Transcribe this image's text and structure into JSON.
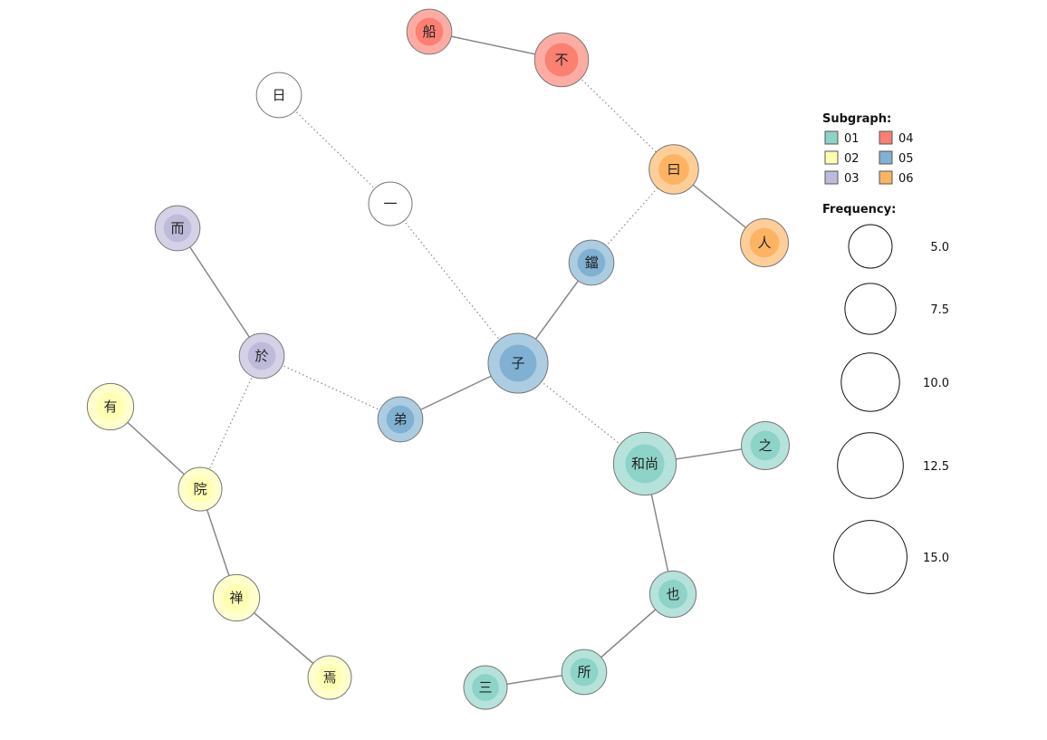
{
  "colors": {
    "01": "#8dd3c7",
    "02": "#ffffb3",
    "03": "#bebada",
    "04": "#fb8072",
    "05": "#80b1d3",
    "06": "#fdb462",
    "none": "#ffffff"
  },
  "nodes": [
    {
      "id": "chuan",
      "label": "船",
      "group": "04",
      "freq": 5.5
    },
    {
      "id": "bu",
      "label": "不",
      "group": "04",
      "freq": 8.5
    },
    {
      "id": "ri",
      "label": "日",
      "group": "none",
      "freq": 5.5
    },
    {
      "id": "yi",
      "label": "一",
      "group": "none",
      "freq": 5.0
    },
    {
      "id": "yue",
      "label": "曰",
      "group": "06",
      "freq": 7.0
    },
    {
      "id": "ren",
      "label": "人",
      "group": "06",
      "freq": 6.5
    },
    {
      "id": "er",
      "label": "而",
      "group": "03",
      "freq": 5.5
    },
    {
      "id": "dang",
      "label": "鐺",
      "group": "05",
      "freq": 5.5
    },
    {
      "id": "yu",
      "label": "於",
      "group": "03",
      "freq": 5.5
    },
    {
      "id": "zi",
      "label": "子",
      "group": "05",
      "freq": 10.5
    },
    {
      "id": "you",
      "label": "有",
      "group": "02",
      "freq": 6.0
    },
    {
      "id": "di",
      "label": "弟",
      "group": "05",
      "freq": 5.5
    },
    {
      "id": "zhi",
      "label": "之",
      "group": "01",
      "freq": 6.5
    },
    {
      "id": "heshang",
      "label": "和尚",
      "group": "01",
      "freq": 11.5
    },
    {
      "id": "yuan",
      "label": "院",
      "group": "02",
      "freq": 5.0
    },
    {
      "id": "chan",
      "label": "禅",
      "group": "02",
      "freq": 6.0
    },
    {
      "id": "ye",
      "label": "也",
      "group": "01",
      "freq": 6.0
    },
    {
      "id": "yan",
      "label": "焉",
      "group": "02",
      "freq": 5.0
    },
    {
      "id": "suo",
      "label": "所",
      "group": "01",
      "freq": 5.5
    },
    {
      "id": "san",
      "label": "三",
      "group": "01",
      "freq": 5.0
    }
  ],
  "links": [
    {
      "source": "chuan",
      "target": "bu",
      "style": "solid"
    },
    {
      "source": "bu",
      "target": "yue",
      "style": "dotted"
    },
    {
      "source": "yue",
      "target": "ren",
      "style": "solid"
    },
    {
      "source": "yue",
      "target": "dang",
      "style": "dotted"
    },
    {
      "source": "ri",
      "target": "yi",
      "style": "dotted"
    },
    {
      "source": "yi",
      "target": "zi",
      "style": "dotted"
    },
    {
      "source": "dang",
      "target": "zi",
      "style": "solid"
    },
    {
      "source": "er",
      "target": "yu",
      "style": "solid"
    },
    {
      "source": "yu",
      "target": "di",
      "style": "dotted"
    },
    {
      "source": "yu",
      "target": "yuan",
      "style": "dotted"
    },
    {
      "source": "di",
      "target": "zi",
      "style": "solid"
    },
    {
      "source": "zi",
      "target": "heshang",
      "style": "dotted"
    },
    {
      "source": "heshang",
      "target": "zhi",
      "style": "solid"
    },
    {
      "source": "heshang",
      "target": "ye",
      "style": "solid"
    },
    {
      "source": "ye",
      "target": "suo",
      "style": "solid"
    },
    {
      "source": "suo",
      "target": "san",
      "style": "solid"
    },
    {
      "source": "you",
      "target": "yuan",
      "style": "solid"
    },
    {
      "source": "yuan",
      "target": "chan",
      "style": "solid"
    },
    {
      "source": "chan",
      "target": "yan",
      "style": "solid"
    }
  ],
  "legend": {
    "subgraph_title": "Subgraph:",
    "subgraph_items": [
      {
        "key": "01",
        "label": "01"
      },
      {
        "key": "04",
        "label": "04"
      },
      {
        "key": "02",
        "label": "02"
      },
      {
        "key": "05",
        "label": "05"
      },
      {
        "key": "03",
        "label": "03"
      },
      {
        "key": "06",
        "label": "06"
      }
    ],
    "frequency_title": "Frequency:",
    "frequency_items": [
      {
        "value": 5.0,
        "label": "5.0"
      },
      {
        "value": 7.5,
        "label": "7.5"
      },
      {
        "value": 10.0,
        "label": "10.0"
      },
      {
        "value": 12.5,
        "label": "12.5"
      },
      {
        "value": 15.0,
        "label": "15.0"
      }
    ]
  }
}
